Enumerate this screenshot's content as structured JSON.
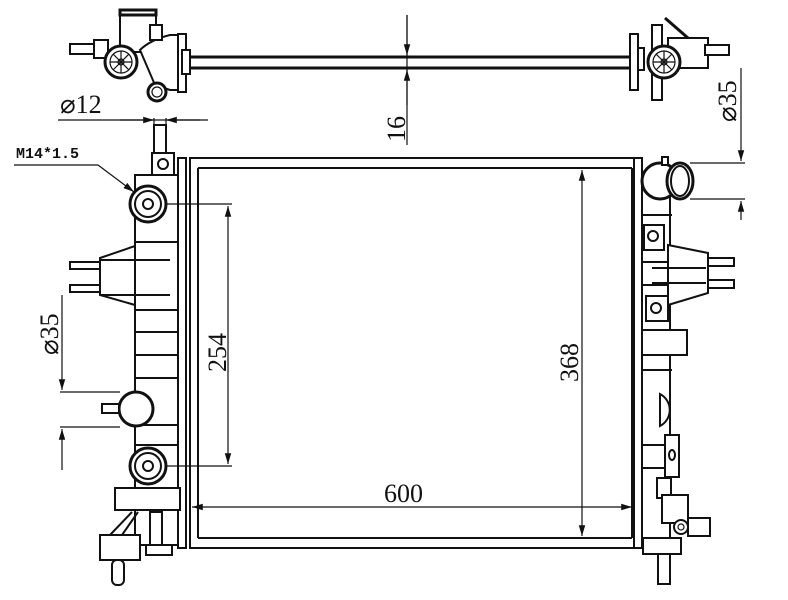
{
  "drawing": {
    "title": "Radiator technical drawing",
    "colors": {
      "line": "#111111",
      "background": "#ffffff"
    },
    "dimensions": {
      "width": "600",
      "core_height": "368",
      "port_spacing": "254",
      "bar_thickness": "16",
      "left_inlet_diameter": "⌀35",
      "right_outlet_diameter": "⌀35",
      "small_pipe_diameter": "⌀12",
      "drain_thread": "M14*1.5"
    }
  }
}
